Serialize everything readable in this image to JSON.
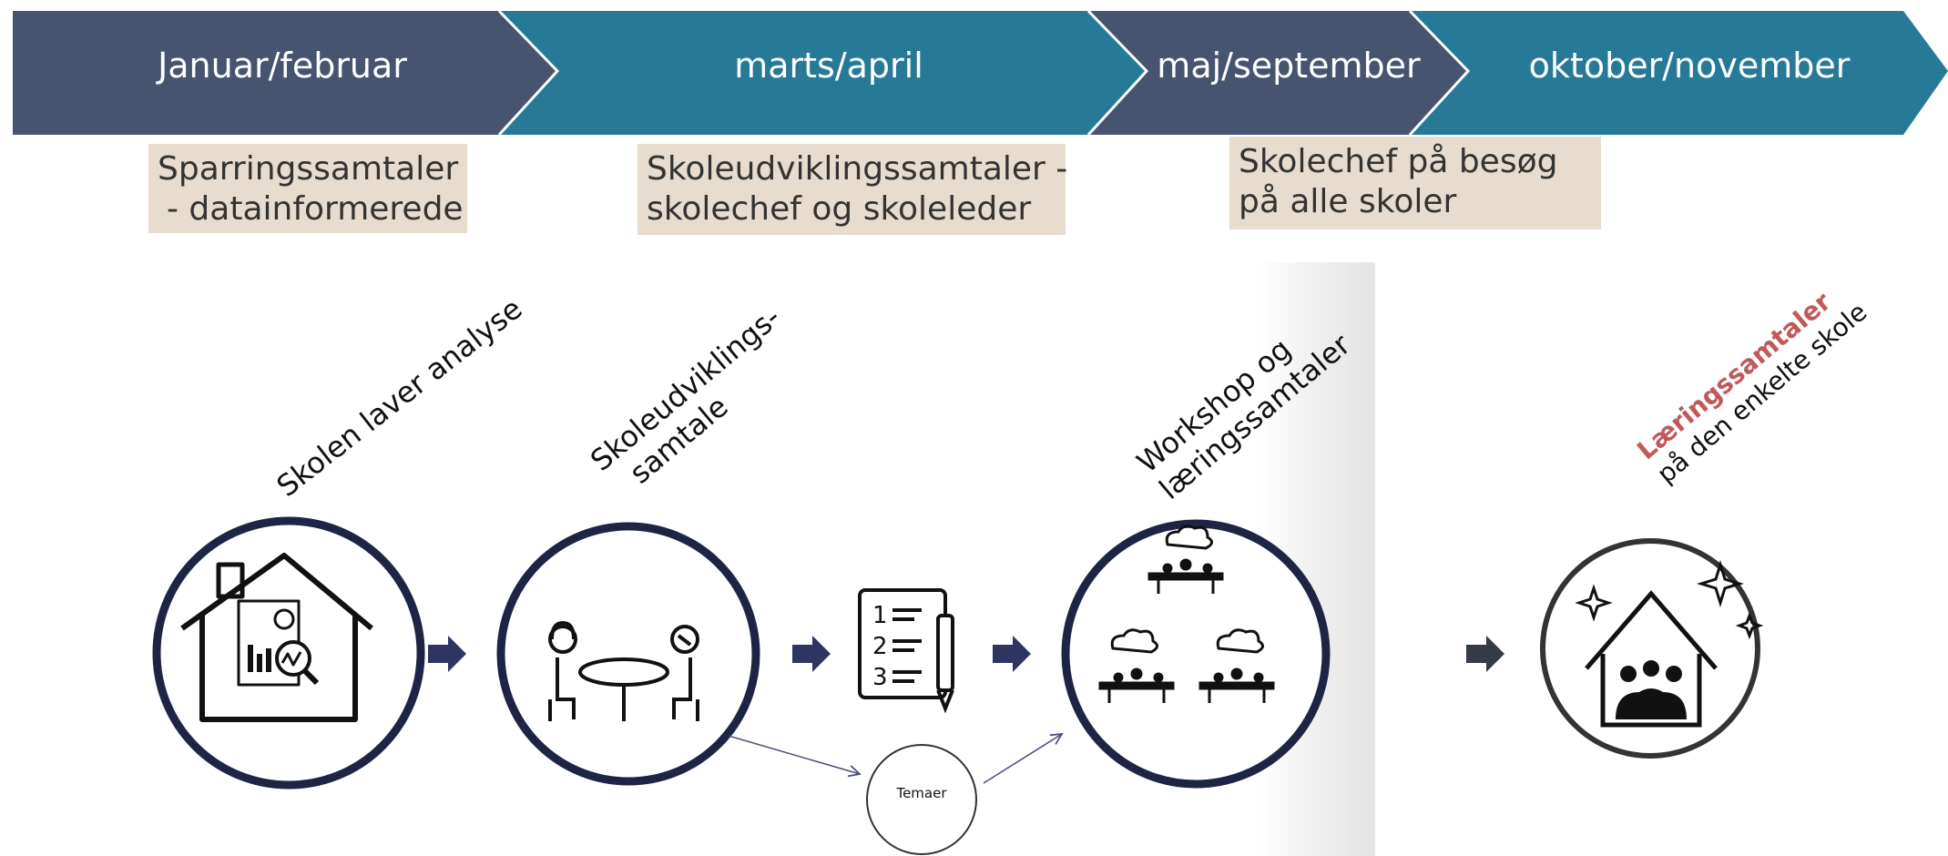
{
  "timeline": {
    "phases": [
      {
        "label": "Januar/februar",
        "color": "#46546f"
      },
      {
        "label": "marts/april",
        "color": "#267a98"
      },
      {
        "label": "maj/september",
        "color": "#46546f"
      },
      {
        "label": "oktober/november",
        "color": "#267a98"
      }
    ]
  },
  "notes": [
    {
      "lines": [
        "Sparringssamtaler",
        "- datainformerede"
      ]
    },
    {
      "lines": [
        "Skoleudviklingssamtaler -",
        "skolechef og skoleleder"
      ]
    },
    {
      "lines": [
        "Skolechef på besøg",
        "på alle skoler"
      ]
    }
  ],
  "steps": {
    "analysis": {
      "label": "Skolen laver analyse",
      "icon": "house-analysis-icon"
    },
    "development_talk": {
      "label_lines": [
        "Skoleudviklings-",
        "samtale"
      ],
      "icon": "two-people-table-icon"
    },
    "list": {
      "icon": "numbered-list-pen-icon"
    },
    "workshop": {
      "label_lines": [
        "Workshop og",
        "læringssamtaler"
      ],
      "icon": "workshop-groups-icon"
    },
    "learning_talk": {
      "label_highlight": "Læringssamtaler",
      "label_rest": "på den enkelte skole",
      "icon": "house-meeting-icon"
    },
    "themes": {
      "label": "Temaer"
    }
  },
  "colors": {
    "circle_border": "#1e2444",
    "arrow": "#2e3561",
    "note_bg": "#e7dccd",
    "highlight_text": "#c05a5a"
  }
}
